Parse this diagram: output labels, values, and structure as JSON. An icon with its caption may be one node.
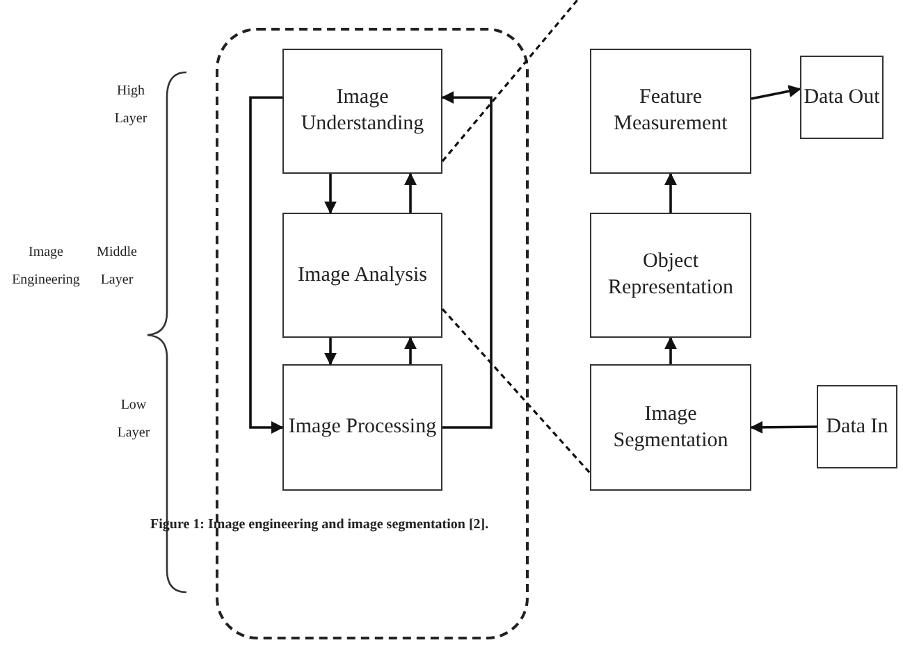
{
  "diagram": {
    "caption": "Figure 1: Image engineering and image segmentation [2].",
    "nodes": [
      {
        "text": [],
        "shape": "box"
      },
      {
        "text": [
          "Image Understanding"
        ],
        "in": 0
      },
      {
        "text": [
          "Image Analysis"
        ],
        "in": 0
      },
      {
        "text": [
          "Image Processing"
        ],
        "in": 0
      },
      {
        "text": [
          "Feature Measurement"
        ]
      },
      {
        "text": [
          "Data Out"
        ]
      },
      {
        "text": [
          "Object Representation"
        ]
      },
      {
        "text": [
          "Image Segmentation"
        ]
      },
      {
        "text": [
          "Data In"
        ]
      }
    ],
    "edges": [
      {
        "from": 1,
        "to": 2,
        "arrow": "to"
      },
      {
        "from": 2,
        "to": 1,
        "arrow": "to"
      },
      {
        "from": 2,
        "to": 3,
        "arrow": "to"
      },
      {
        "from": 3,
        "to": 2,
        "arrow": "to"
      },
      {
        "from": 1,
        "to": 3,
        "arrow": "to"
      },
      {
        "from": 3,
        "to": 1,
        "arrow": "to"
      },
      {
        "from": 1,
        "to": null,
        "arrow": "none",
        "style": "dashed"
      },
      {
        "from": 2,
        "to": 7,
        "arrow": "none",
        "style": "dashed"
      },
      {
        "from": 7,
        "to": 6,
        "arrow": "to"
      },
      {
        "from": 6,
        "to": 4,
        "arrow": "to"
      },
      {
        "from": 4,
        "to": 5,
        "arrow": "to"
      },
      {
        "from": 8,
        "to": 7,
        "arrow": "to"
      }
    ],
    "labels": [
      "High Layer",
      "Image Engineering",
      "Middle Layer",
      "Low Layer"
    ]
  }
}
